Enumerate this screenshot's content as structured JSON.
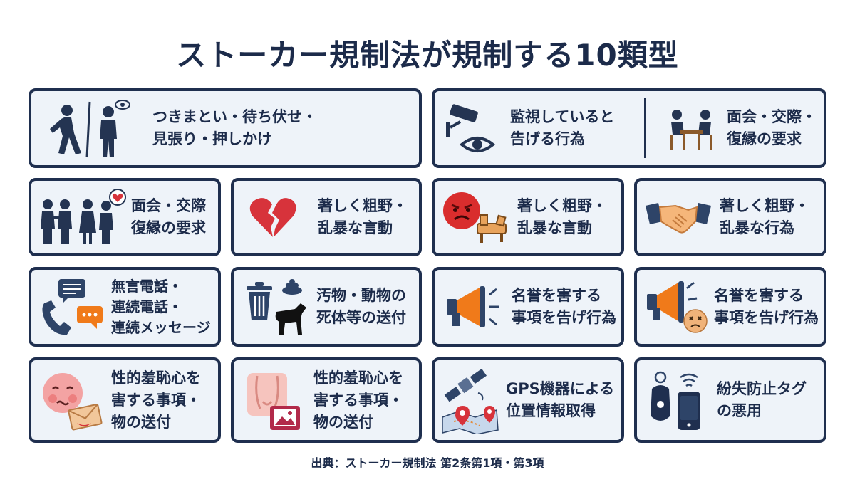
{
  "title": "ストーカー規制法が規制する10類型",
  "cards": [
    {
      "lines": [
        "つきまとい・待ち伏せ・",
        "見張り・押しかけ"
      ],
      "icon": "person-walking-watching-icon"
    },
    {
      "lines": [
        "監視していると",
        "告げる行為"
      ],
      "icon": "surveillance-camera-eye-icon"
    },
    {
      "lines": [
        "面会・交際・",
        "復縁の要求"
      ],
      "icon": "meeting-table-icon"
    },
    {
      "lines": [
        "面会・交際",
        "復縁の要求"
      ],
      "icon": "people-broken-heart-icon"
    },
    {
      "lines": [
        "著しく粗野・",
        "乱暴な言動"
      ],
      "icon": "broken-heart-icon"
    },
    {
      "lines": [
        "著しく粗野・",
        "乱暴な言動"
      ],
      "icon": "angry-face-broken-chair-icon"
    },
    {
      "lines": [
        "著しく粗野・",
        "乱暴な行為"
      ],
      "icon": "handshake-icon"
    },
    {
      "lines": [
        "無言電話・",
        "連続電話・",
        "連続メッセージ"
      ],
      "icon": "phone-messages-icon"
    },
    {
      "lines": [
        "汚物・動物の",
        "死体等の送付"
      ],
      "icon": "trash-dog-icon"
    },
    {
      "lines": [
        "名誉を害する",
        "事項を告げ行為"
      ],
      "icon": "megaphone-icon"
    },
    {
      "lines": [
        "名誉を害する",
        "事項を告げ行為"
      ],
      "icon": "megaphone-sad-face-icon"
    },
    {
      "lines": [
        "性的羞恥心を",
        "害する事項・",
        "物の送付"
      ],
      "icon": "embarrassed-face-envelope-icon"
    },
    {
      "lines": [
        "性的羞恥心を",
        "害する事項・",
        "物の送付"
      ],
      "icon": "body-picture-icon"
    },
    {
      "lines": [
        "GPS機器による",
        "位置情報取得"
      ],
      "icon": "satellite-map-icon"
    },
    {
      "lines": [
        "紛失防止タグ",
        "の悪用"
      ],
      "icon": "tracking-tag-icon"
    }
  ],
  "source": "出典：ストーカー規制法 第2条第1項・第3項",
  "colors": {
    "navy": "#1f2f4f",
    "card_bg": "#eef3f9",
    "red": "#d7333b",
    "orange": "#f07a1a",
    "skin": "#f1b98a"
  }
}
